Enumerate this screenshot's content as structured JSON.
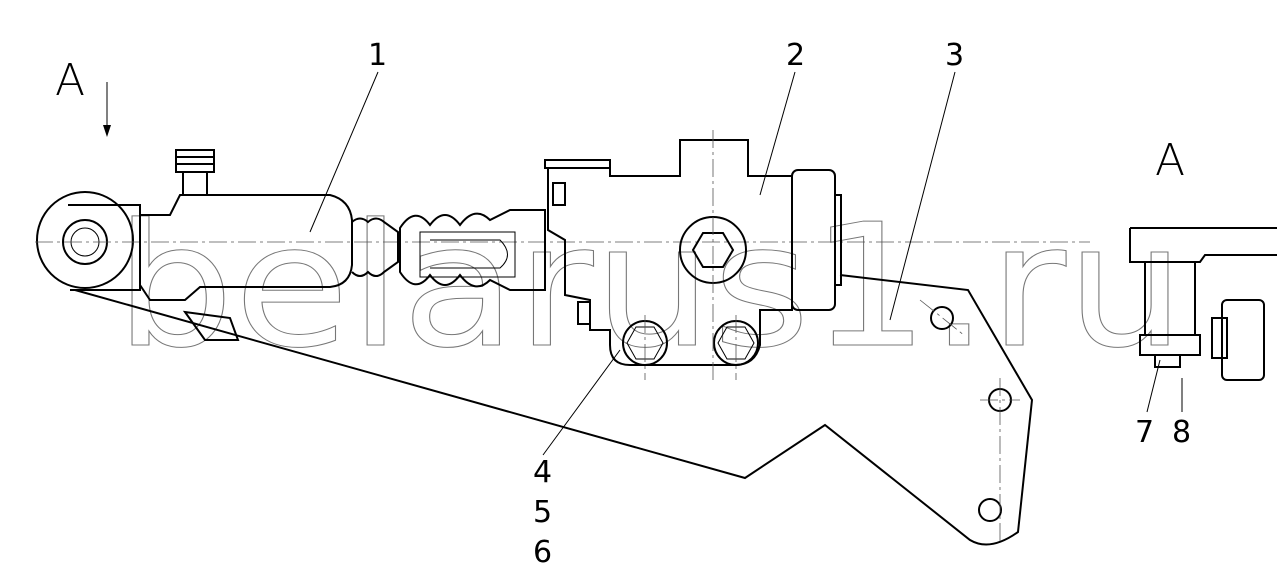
{
  "view_labels": {
    "view_arrow": "A",
    "view_title": "A"
  },
  "callouts": {
    "c1": "1",
    "c2": "2",
    "c3": "3",
    "c4": "4",
    "c5": "5",
    "c6": "6",
    "c7": "7",
    "c8": "8"
  },
  "watermark": "belarus1.ru",
  "colors": {
    "line": "#000000",
    "watermark": "#777777"
  }
}
